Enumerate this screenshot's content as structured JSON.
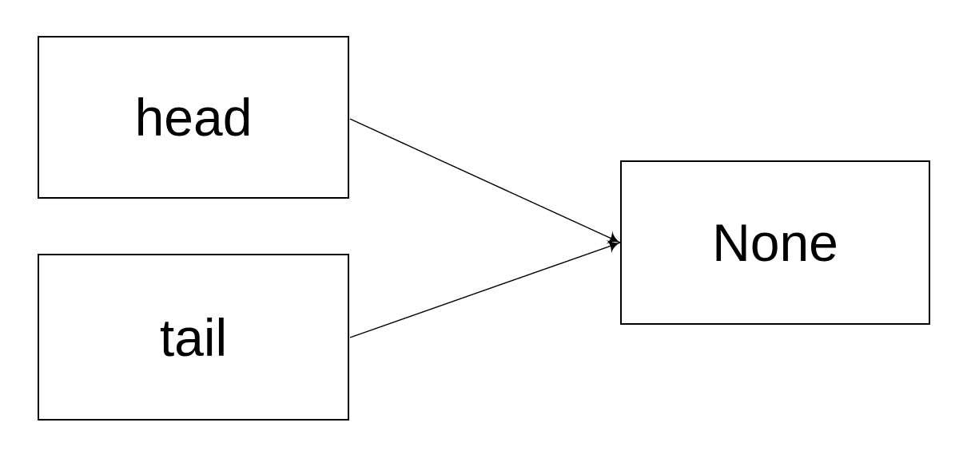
{
  "diagram": {
    "background_color": "#ffffff",
    "stroke_color": "#000000",
    "text_color": "#000000",
    "nodes": [
      {
        "id": "head",
        "label": "head"
      },
      {
        "id": "tail",
        "label": "tail"
      },
      {
        "id": "none",
        "label": "None"
      }
    ],
    "edges": [
      {
        "from": "head",
        "to": "none",
        "arrowhead": "filled-triangle"
      },
      {
        "from": "tail",
        "to": "none",
        "arrowhead": "filled-triangle"
      }
    ]
  }
}
